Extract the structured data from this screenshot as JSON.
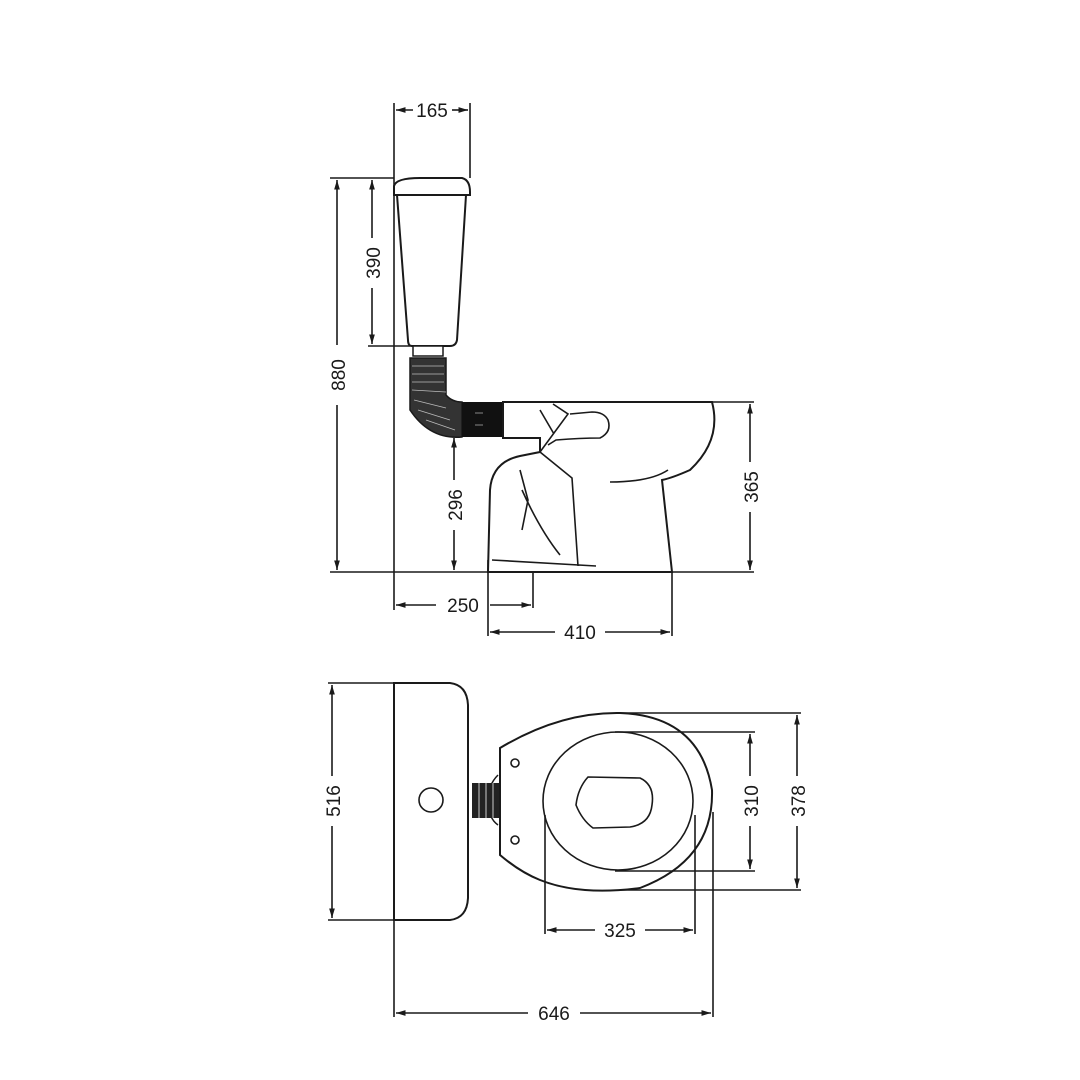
{
  "side_view": {
    "tank_width": "165",
    "total_height": "880",
    "tank_height": "390",
    "inlet_height": "296",
    "bowl_height": "365",
    "outlet_distance": "250",
    "bowl_depth": "410"
  },
  "top_view": {
    "tank_length": "516",
    "seat_inner_width": "310",
    "seat_outer_width": "378",
    "seat_inner_depth": "325",
    "total_depth": "646"
  },
  "colors": {
    "line": "#1a1a1a",
    "background": "#ffffff"
  }
}
